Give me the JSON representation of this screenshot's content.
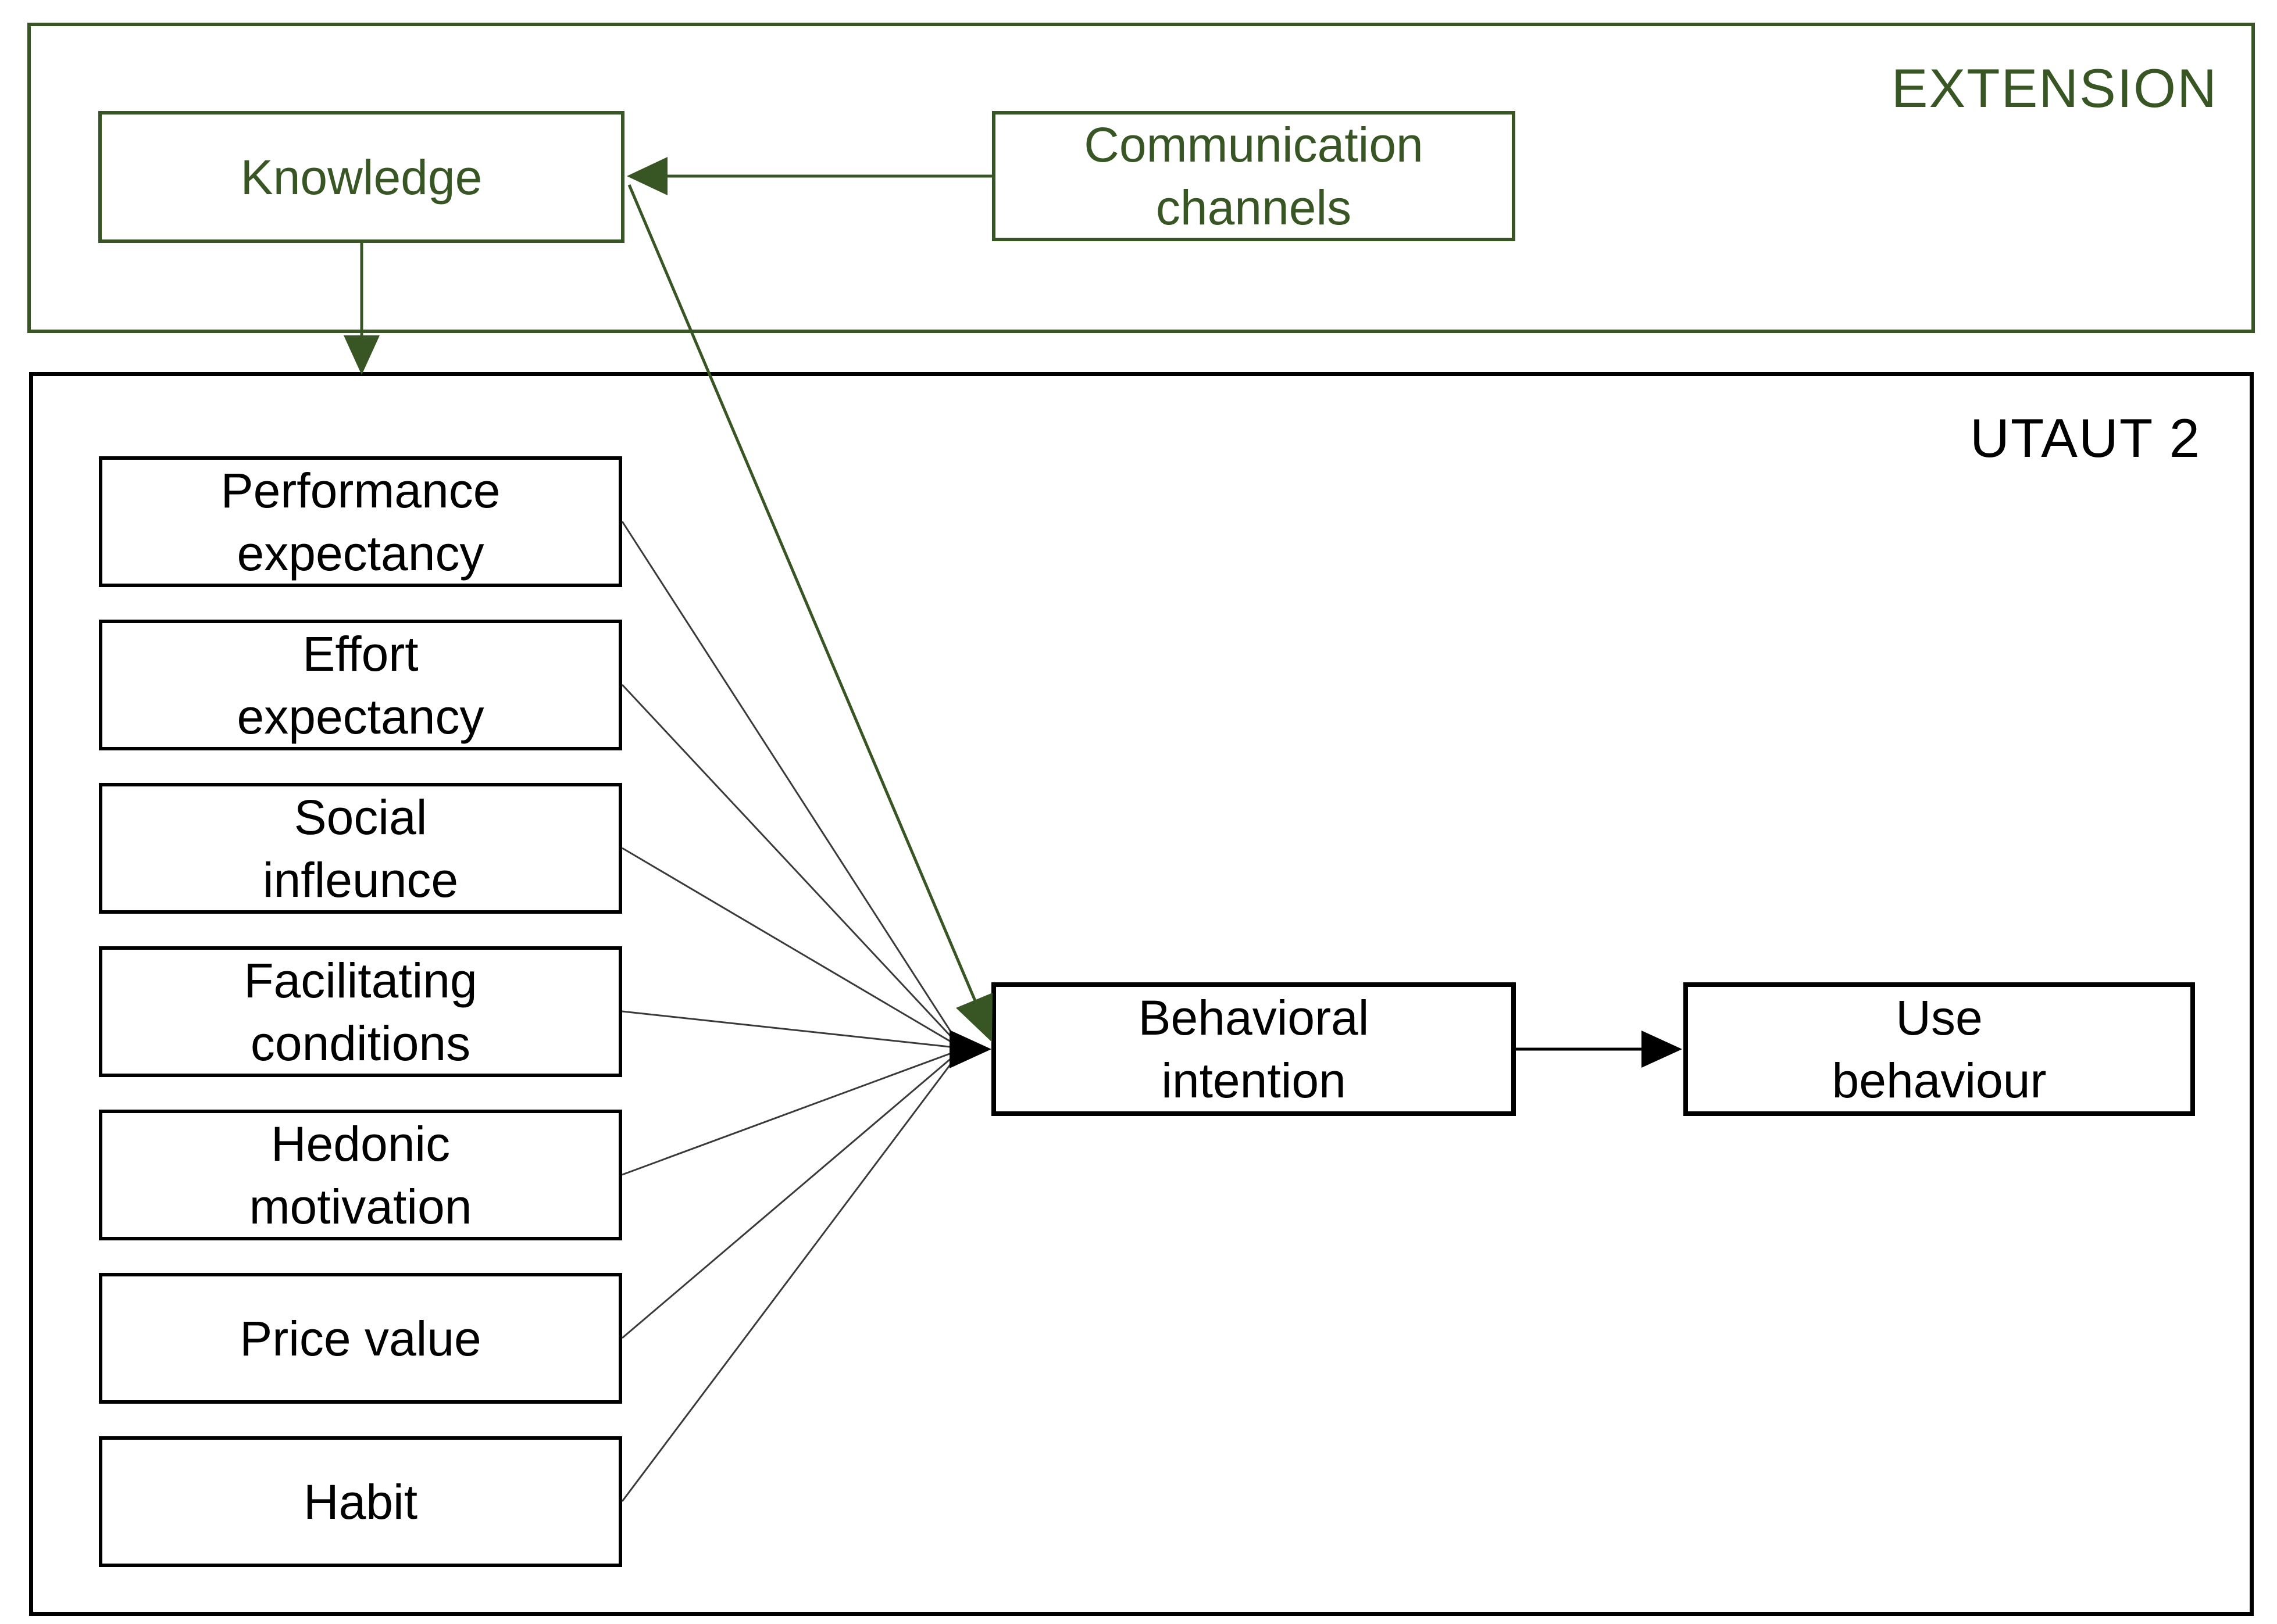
{
  "diagram": {
    "extension": {
      "label": "EXTENSION",
      "nodes": [
        {
          "id": "knowledge",
          "lines": [
            "Knowledge"
          ]
        },
        {
          "id": "communication-channels",
          "lines": [
            "Communication",
            "channels"
          ]
        }
      ]
    },
    "utaut2": {
      "label": "UTAUT 2",
      "factor_nodes": [
        {
          "id": "performance-expectancy",
          "lines": [
            "Performance",
            "expectancy"
          ]
        },
        {
          "id": "effort-expectancy",
          "lines": [
            "Effort",
            "expectancy"
          ]
        },
        {
          "id": "social-influence",
          "lines": [
            "Social",
            "infleunce"
          ]
        },
        {
          "id": "facilitating-conditions",
          "lines": [
            "Facilitating",
            "conditions"
          ]
        },
        {
          "id": "hedonic-motivation",
          "lines": [
            "Hedonic",
            "motivation"
          ]
        },
        {
          "id": "price-value",
          "lines": [
            "Price value"
          ]
        },
        {
          "id": "habit",
          "lines": [
            "Habit"
          ]
        }
      ],
      "outcome_nodes": [
        {
          "id": "behavioral-intention",
          "lines": [
            "Behavioral",
            "intention"
          ]
        },
        {
          "id": "use-behaviour",
          "lines": [
            "Use",
            "behaviour"
          ]
        }
      ]
    },
    "edges": [
      {
        "from": "communication-channels",
        "to": "knowledge",
        "color": "#375623"
      },
      {
        "from": "knowledge",
        "to": "utaut2-frame",
        "color": "#375623"
      },
      {
        "from": "knowledge",
        "to": "behavioral-intention",
        "color": "#375623"
      },
      {
        "from": "performance-expectancy",
        "to": "behavioral-intention",
        "color": "#3a3a3a"
      },
      {
        "from": "effort-expectancy",
        "to": "behavioral-intention",
        "color": "#3a3a3a"
      },
      {
        "from": "social-influence",
        "to": "behavioral-intention",
        "color": "#3a3a3a"
      },
      {
        "from": "facilitating-conditions",
        "to": "behavioral-intention",
        "color": "#3a3a3a"
      },
      {
        "from": "hedonic-motivation",
        "to": "behavioral-intention",
        "color": "#3a3a3a"
      },
      {
        "from": "price-value",
        "to": "behavioral-intention",
        "color": "#3a3a3a"
      },
      {
        "from": "habit",
        "to": "behavioral-intention",
        "color": "#3a3a3a"
      },
      {
        "from": "behavioral-intention",
        "to": "use-behaviour",
        "color": "#000000"
      }
    ],
    "colors": {
      "extension_green": "#375623",
      "utaut_black": "#000000",
      "connector_gray": "#3a3a3a",
      "background": "#ffffff"
    }
  }
}
